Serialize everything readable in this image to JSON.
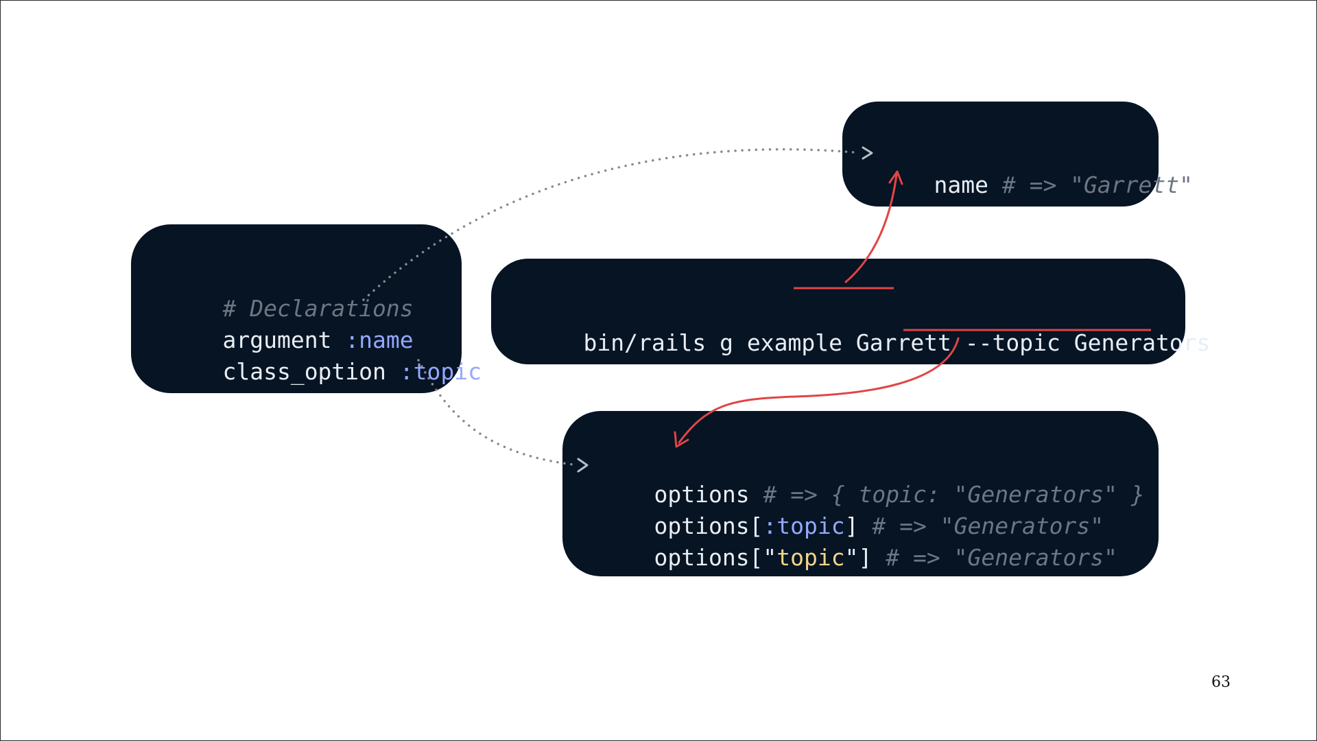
{
  "slide": {
    "page_number": "63",
    "colors": {
      "background": "#ffffff",
      "box": "#061424",
      "text": "#e9eef5",
      "comment": "#6d7682",
      "symbol": "#95a8ff",
      "string": "#f2d58a",
      "highlight": "#e04545",
      "dotted_connector": "#8a8a8a"
    }
  },
  "declarations_box": {
    "comment": "# Declarations",
    "argument_keyword": "argument",
    "argument_symbol": ":name",
    "class_option_keyword": "class_option",
    "class_option_symbol": ":topic"
  },
  "name_box": {
    "method": "name",
    "result_comment": "# => \"Garrett\""
  },
  "command_box": {
    "command_prefix": "bin/rails g example ",
    "argument_value": "Garrett",
    "space": " ",
    "option_flag_and_value": "--topic Generators"
  },
  "options_box": {
    "line1_method": "options",
    "line1_comment": "# => { topic: \"Generators\" }",
    "line2_prefix": "options[",
    "line2_symbol": ":topic",
    "line2_suffix": "]",
    "line2_comment": "# => \"Generators\"",
    "line3_prefix": "options[\"",
    "line3_string": "topic",
    "line3_suffix": "\"]",
    "line3_comment": "# => \"Generators\""
  }
}
